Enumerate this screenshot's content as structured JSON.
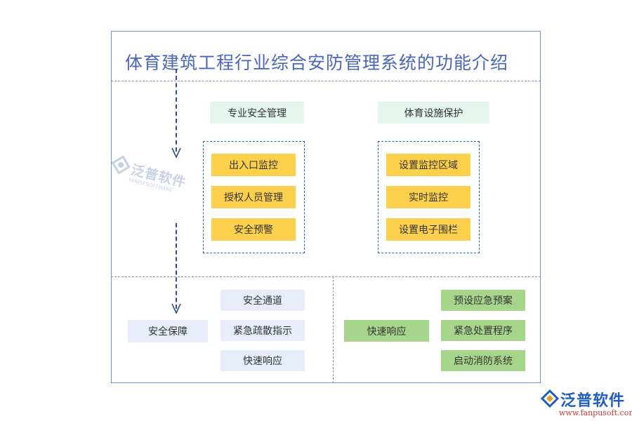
{
  "title": "体育建筑工程行业综合安防管理系统的功能介绍",
  "sections": {
    "security": {
      "header": "专业安全管理",
      "items": [
        "出入口监控",
        "授权人员管理",
        "安全预警"
      ]
    },
    "facility": {
      "header": "体育设施保护",
      "items": [
        "设置监控区域",
        "实时监控",
        "设置电子围栏"
      ]
    },
    "guarantee": {
      "label": "安全保障",
      "items": [
        "安全通道",
        "紧急疏散指示",
        "快速响应"
      ]
    },
    "response": {
      "label": "快速响应",
      "items": [
        "预设应急预案",
        "紧急处置程序",
        "启动消防系统"
      ]
    }
  },
  "watermark": {
    "name": "泛普软件",
    "sub": "FANPU SOFTWARE"
  },
  "logo": {
    "name": "泛普软件",
    "url": "www.fanpusoft.com"
  },
  "colors": {
    "frame": "#6f8fd0",
    "title": "#4a67b8",
    "header_bg": "#e4f5ee",
    "item_yellow": "#fcd04a",
    "item_pale": "#e6ecf9",
    "item_green": "#a8d58c",
    "arrow": "#2d4c8e"
  }
}
